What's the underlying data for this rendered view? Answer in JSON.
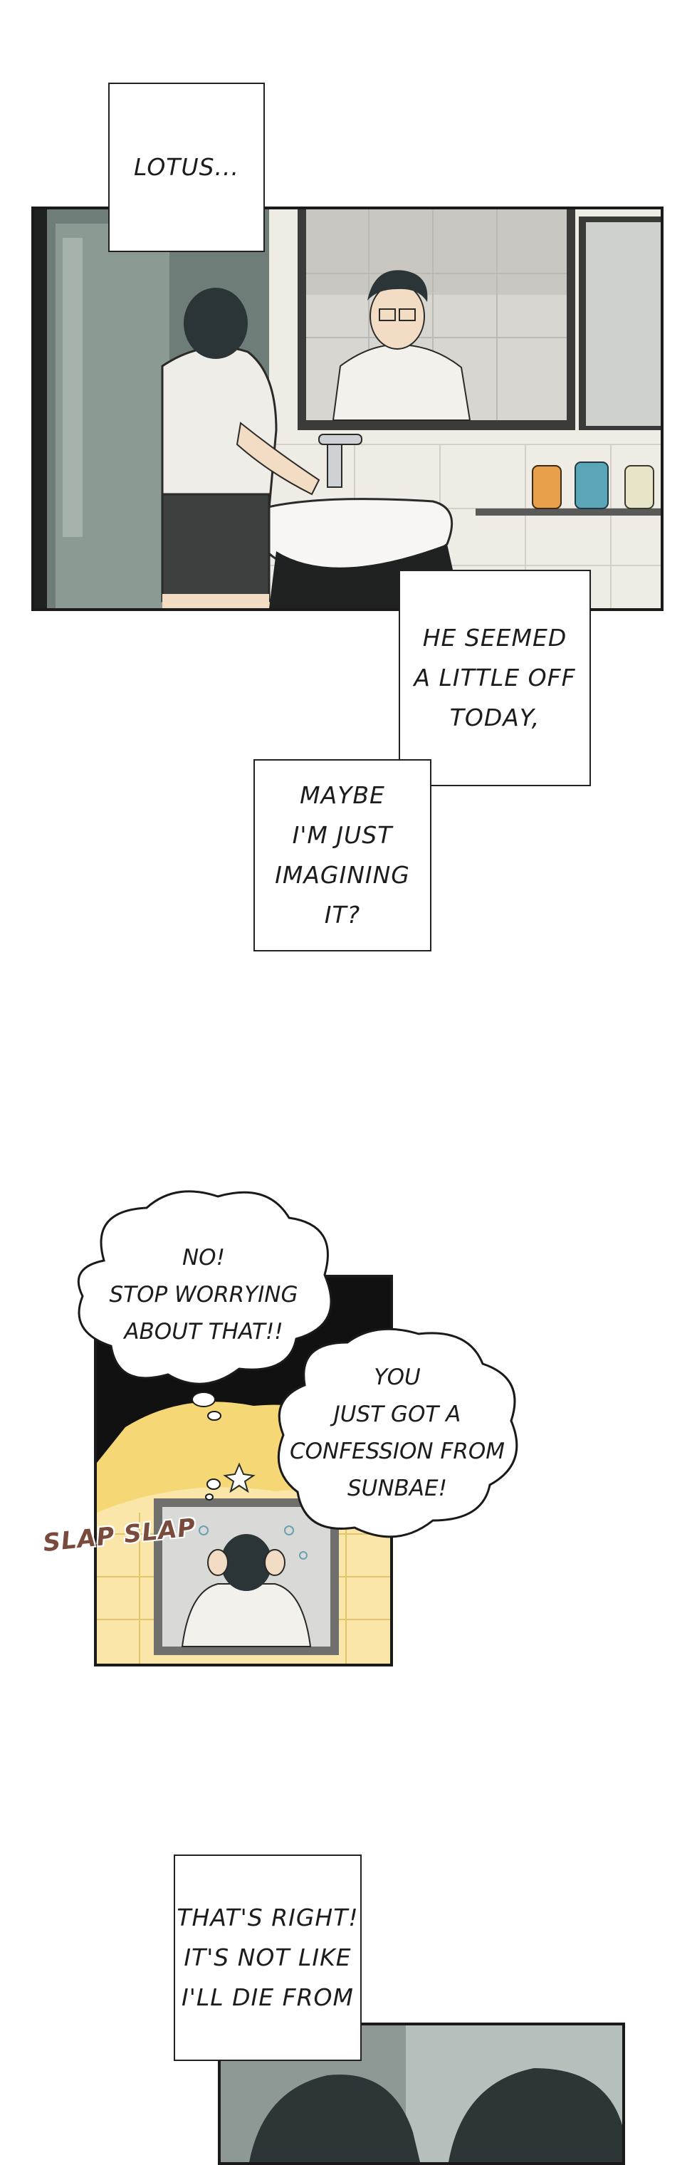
{
  "captions": {
    "lotus": "LOTUS...",
    "seemed_off": "HE SEEMED\nA LITTLE OFF\nTODAY,",
    "imagining": "MAYBE\nI'M JUST\nIMAGINING\nIT?",
    "thats_right": "THAT'S RIGHT!\nIT'S NOT LIKE\nI'LL DIE FROM"
  },
  "bubbles": {
    "stop_worrying": "NO!\nSTOP WORRYING\nABOUT THAT!!",
    "confession": "YOU\nJUST GOT A\nCONFESSION FROM\nSUNBAE!"
  },
  "sfx": {
    "slap": "SLAP SLAP"
  }
}
